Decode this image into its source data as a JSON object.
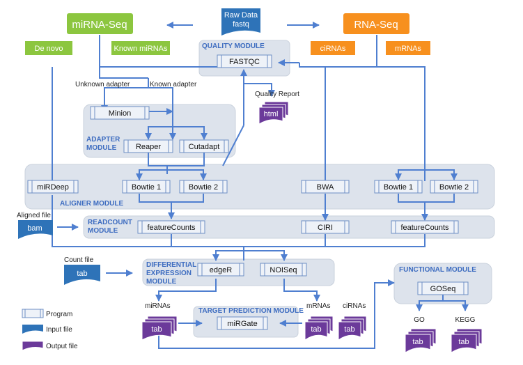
{
  "top": {
    "mirna_seq": "miRNA-Seq",
    "rna_seq": "RNA-Seq",
    "raw_data_line1": "Raw Data",
    "raw_data_line2": "fastq",
    "de_novo": "De novo",
    "known_mirnas": "Known miRNAs",
    "cirnas": "ciRNAs",
    "mrnas": "mRNAs"
  },
  "quality": {
    "module_label": "QUALITY MODULE",
    "fastqc": "FASTQC",
    "report": "Quality Report",
    "html": "html"
  },
  "adapter": {
    "unknown": "Unknown adapter",
    "known": "Known adapter",
    "minion": "Minion",
    "module_line1": "ADAPTER",
    "module_line2": "MODULE",
    "reaper": "Reaper",
    "cutadapt": "Cutadapt"
  },
  "aligner": {
    "module_label": "ALIGNER MODULE",
    "mirdeep": "miRDeep",
    "bowtie1_left": "Bowtie 1",
    "bowtie2_left": "Bowtie 2",
    "bwa": "BWA",
    "bowtie1_right": "Bowtie 1",
    "bowtie2_right": "Bowtie 2"
  },
  "readcount": {
    "aligned_file": "Aligned file",
    "bam": "bam",
    "module_line1": "READCOUNT",
    "module_line2": "MODULE",
    "featurecounts_left": "featureCounts",
    "ciri": "CIRI",
    "featurecounts_right": "featureCounts"
  },
  "de": {
    "count_file": "Count file",
    "tab": "tab",
    "module_line1": "DIFFERENTIAL",
    "module_line2": "EXPRESSION",
    "module_line3": "MODULE",
    "edger": "edgeR",
    "noiseq": "NOISeq"
  },
  "target": {
    "mirnas": "miRNAs",
    "tab_left": "tab",
    "module_label": "TARGET PREDICTION MODULE",
    "mirgate": "miRGate",
    "mrnas": "mRNAs",
    "tab_mrnas": "tab",
    "cirnas": "ciRNAs",
    "tab_cirnas": "tab"
  },
  "functional": {
    "module_label": "FUNCTIONAL MODULE",
    "goseq": "GOSeq",
    "go": "GO",
    "kegg": "KEGG",
    "tab_go": "tab",
    "tab_kegg": "tab"
  },
  "legend": {
    "program": "Program",
    "input_file": "Input file",
    "output_file": "Output file"
  },
  "colors": {
    "mirna_green": "#8cc63f",
    "rna_orange": "#f7901e",
    "input_blue": "#2e73b8",
    "output_purple": "#6b3a9a",
    "module_bg": "#dde3ec",
    "arrow_blue": "#4f7fd0"
  }
}
